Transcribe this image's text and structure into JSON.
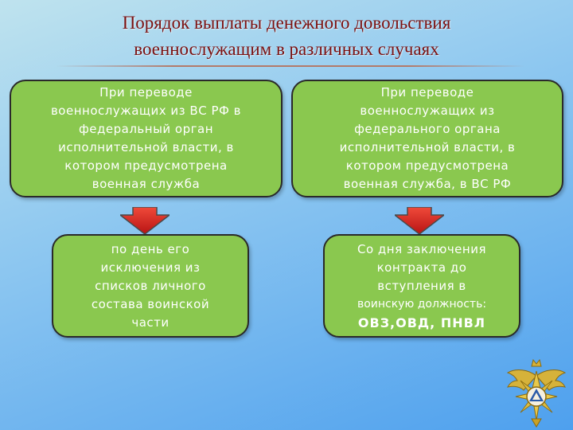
{
  "title": {
    "line1": "Порядок выплаты денежного довольствия",
    "line2": "военнослужащим в различных случаях"
  },
  "boxes": {
    "top_left": [
      "При переводе",
      "военнослужащих из ВС РФ в",
      "федеральный орган",
      "исполнительной власти, в",
      "котором предусмотрена",
      "военная служба"
    ],
    "top_right": [
      "При переводе",
      "военнослужащих из",
      "федерального органа",
      "исполнительной власти, в",
      "котором предусмотрена",
      "военная служба, в ВС РФ"
    ],
    "bottom_left": [
      "по день его",
      "исключения из",
      "списков личного",
      "состава воинской",
      "части"
    ],
    "bottom_right": [
      "Со дня заключения",
      "контракта до",
      "вступления в",
      "воинскую должность:",
      "ОВЗ,ОВД, ПНВЛ"
    ]
  },
  "icons": {
    "arrow": "down-arrow-icon",
    "emblem": "emercom-emblem-icon"
  },
  "colors": {
    "title": "#7a1010",
    "box_fill": "#8ac84f",
    "box_border": "#2a2a2a",
    "arrow": "#d62020",
    "emblem": "#c9a227"
  }
}
